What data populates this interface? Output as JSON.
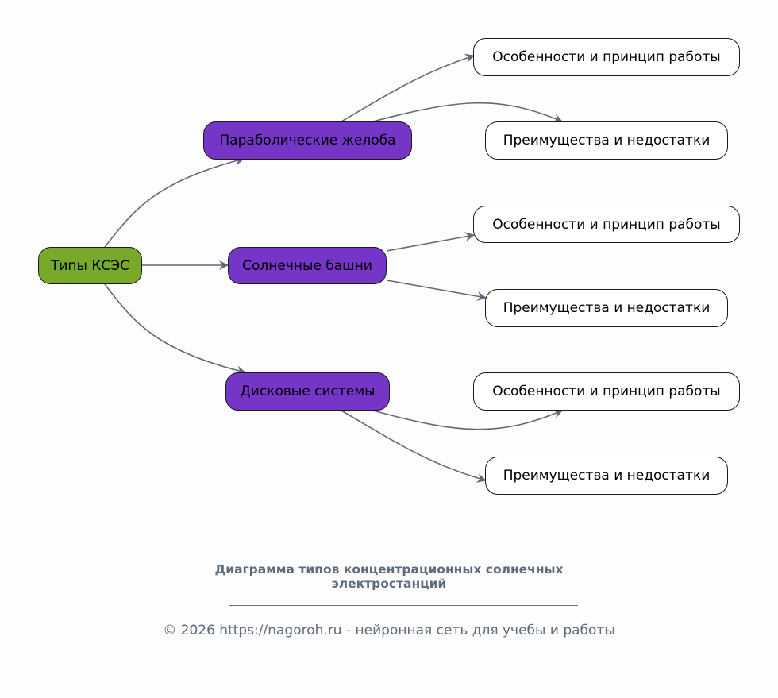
{
  "diagram": {
    "root": {
      "label": "Типы КСЭС",
      "color": "#79a92a"
    },
    "branches": [
      {
        "label": "Параболические желоба",
        "color": "#7535c7",
        "children": [
          "Особенности и принцип работы",
          "Преимущества и недостатки"
        ]
      },
      {
        "label": "Солнечные башни",
        "color": "#7535c7",
        "children": [
          "Особенности и принцип работы",
          "Преимущества и недостатки"
        ]
      },
      {
        "label": "Дисковые системы",
        "color": "#7535c7",
        "children": [
          "Особенности и принцип работы",
          "Преимущества и недостатки"
        ]
      }
    ],
    "edge_color": "#5f6b7a"
  },
  "caption": {
    "title_line1": "Диаграмма типов концентрационных солнечных",
    "title_line2": "электростанций",
    "footer": "© 2026 https://nagoroh.ru - нейронная сеть для учебы и работы"
  }
}
